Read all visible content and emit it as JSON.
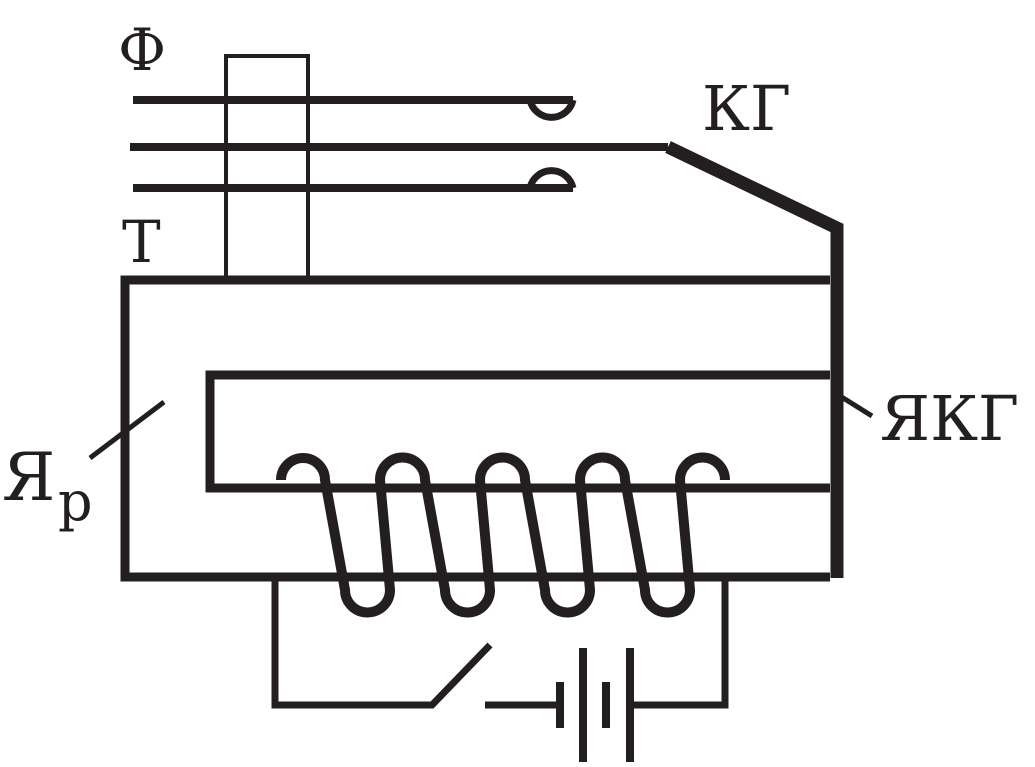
{
  "labels": {
    "phase": "Ф",
    "tongue": "Т",
    "reed_contacts": "КГ",
    "reed_armature": "ЯКГ",
    "armature_main": "Я",
    "armature_sub": "р"
  },
  "colors": {
    "ink": "#231f20",
    "background": "#ffffff"
  }
}
